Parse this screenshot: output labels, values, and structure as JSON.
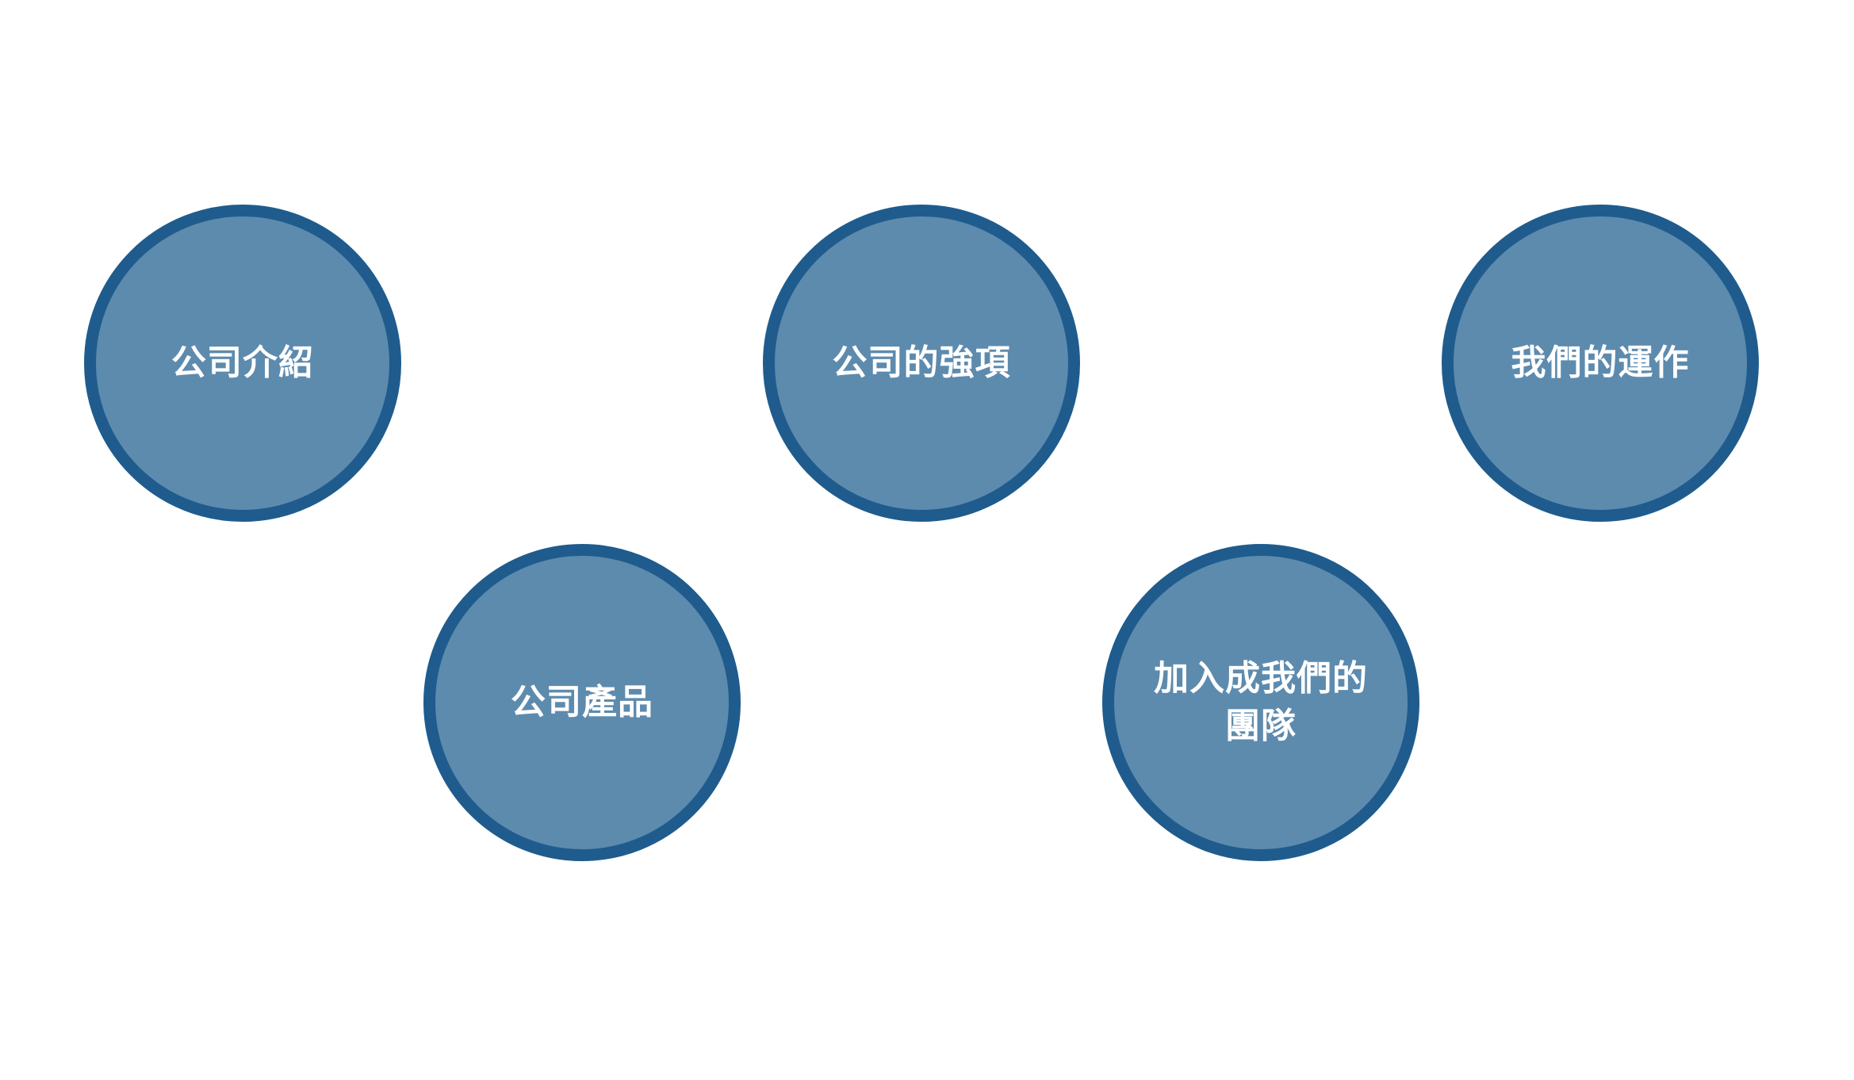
{
  "colors": {
    "background": "#ffffff",
    "circle_fill": "#5d8bae",
    "circle_border": "#1f5c8d",
    "label_text": "#ffffff"
  },
  "nodes": [
    {
      "label": "公司介紹"
    },
    {
      "label": "公司的強項"
    },
    {
      "label": "我們的運作"
    },
    {
      "label": "公司產品"
    },
    {
      "label": "加入成我們的團隊"
    }
  ]
}
